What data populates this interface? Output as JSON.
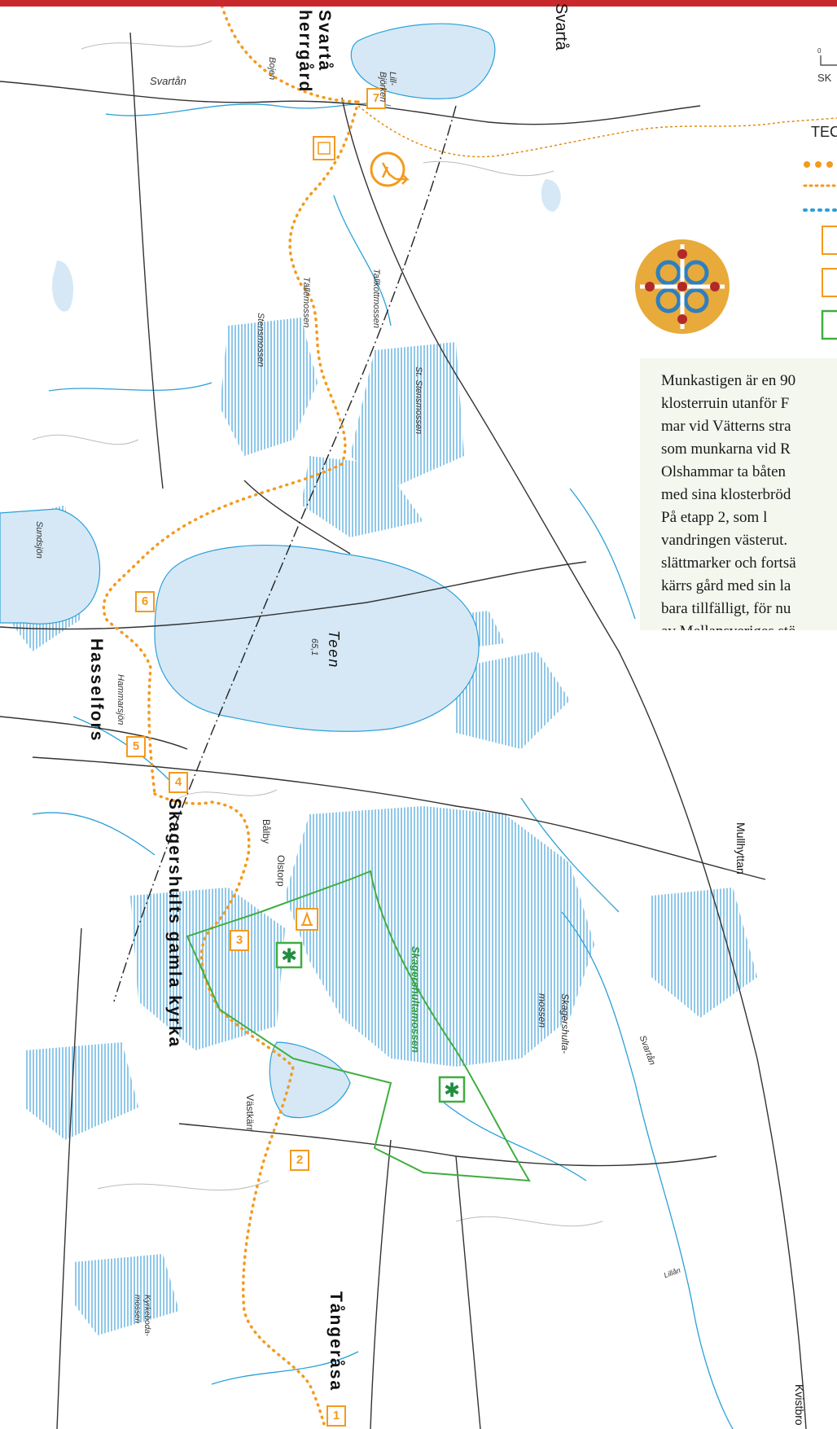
{
  "labels": {
    "svarta_herrgard": "Svartå\nherrgård",
    "svarta_top": "Svartå",
    "svartan": "Svartån",
    "bojen": "Bojen",
    "lill_bjorken": "Lill-\nBjörken",
    "tallemossen": "Tällemossen",
    "tallkottmossen": "Tallkottmossen",
    "stensmossen": "Stensmossen",
    "st_stensmossen": "St. Stensmossen",
    "sundsjon": "Sundsjön",
    "hasselfors": "Hasselfors",
    "teen": "Teen",
    "teen_elev": "65,1",
    "hammarsjon": "Hammarsjön",
    "skagershults": "Skagershults gamla kyrka",
    "balby": "Bålby",
    "olstorp": "Olstorp",
    "skagershultamossen": "Skagershultamossen",
    "skagershulta_mossen": "Skagershulta-\nmossen",
    "svartan_river": "Svartån",
    "vastkarr": "Västkärr",
    "tangerasa": "Tångeråsa",
    "kyrkeboda": "Kyrkeboda-\nmossen",
    "mullhyttan": "Mullhyttan",
    "kvistbro": "Kvistbro",
    "lillan": "Lillån",
    "sk_partial": "SK",
    "scale_zero": "0",
    "legend_title": "TEC"
  },
  "markers": [
    "1",
    "2",
    "3",
    "4",
    "5",
    "6",
    "7"
  ],
  "textbox": {
    "lines": [
      "Munkastigen är en 90",
      "klosterruin utanför F",
      "mar vid Vätterns stra",
      "som munkarna vid R",
      "Olshammar ta båten",
      "med sina klosterbröd",
      "    På etapp 2, som l",
      "vandringen västerut.",
      "slättmarker och fortsä",
      "kärrs gård med sin la",
      "bara tillfälligt, för nu",
      "av Mellansveriges stö"
    ]
  },
  "colors": {
    "route": "#f39a1e",
    "water": "#d6e8f6",
    "water_line": "#2aa0d8",
    "bog_hatch": "#6fb7e0",
    "reserve": "#3fae3f",
    "topbar": "#c8282c",
    "emblem_ring": "#e8aa3a",
    "emblem_knot": "#2f7fbf",
    "emblem_dot": "#b02a2a"
  }
}
